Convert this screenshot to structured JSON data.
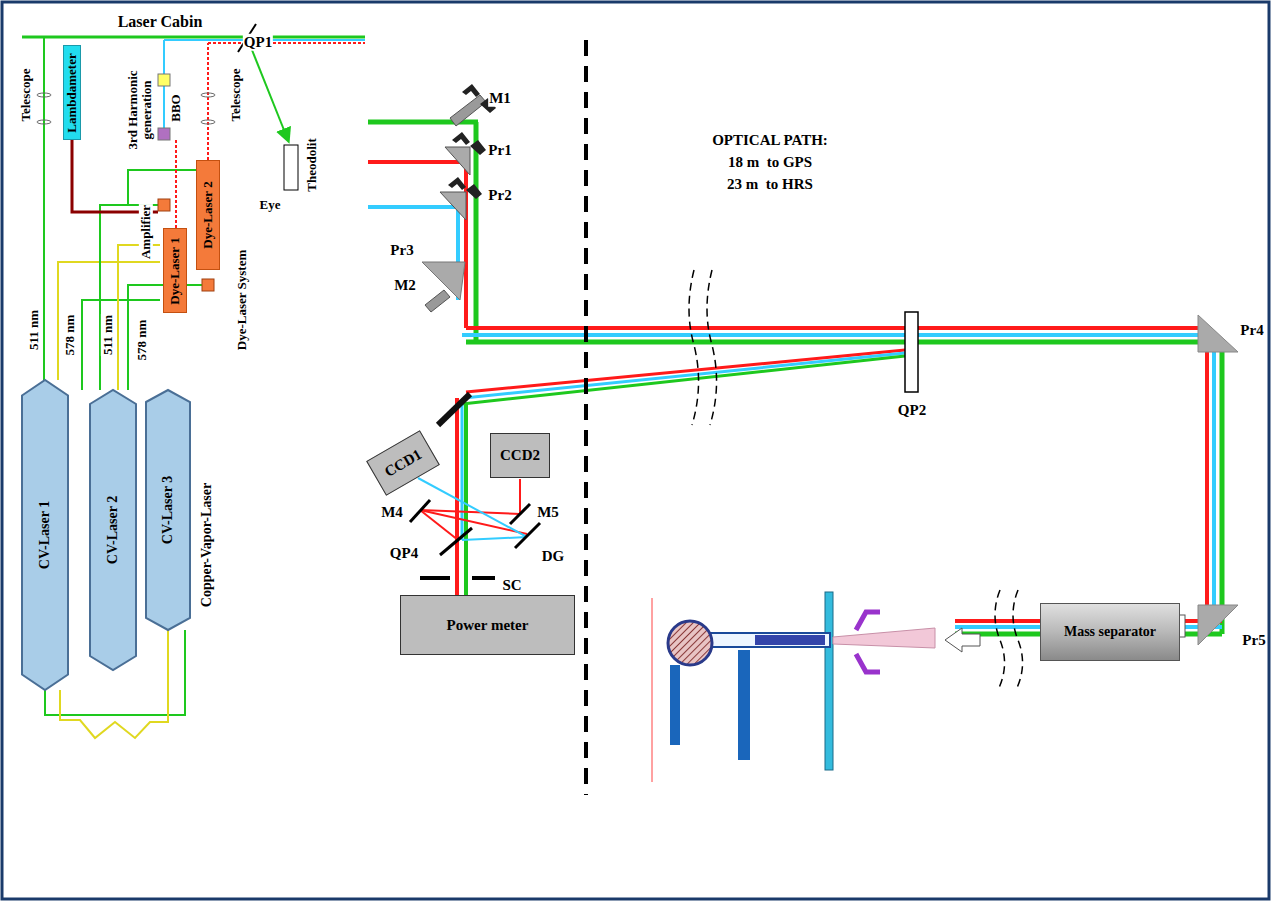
{
  "diagram": {
    "nodes": [
      {
        "text": [
          "Lambdameter"
        ]
      },
      {
        "text": [
          "Dye-Laser 1"
        ]
      },
      {
        "text": [
          "Dye-Laser 2"
        ]
      },
      {
        "text": [
          "CV-Laser 1"
        ]
      },
      {
        "text": [
          "CV-Laser 2"
        ]
      },
      {
        "text": [
          "CV-Laser 3"
        ]
      },
      {
        "text": [
          "CCD1"
        ]
      },
      {
        "text": [
          "CCD2"
        ]
      },
      {
        "text": [
          "Power meter"
        ]
      },
      {
        "text": [
          "Mass separator"
        ]
      }
    ],
    "labels": [
      "Laser Cabin",
      "QP1",
      "Telescope",
      "3rd Harmonic generation",
      "BBO",
      "Amplifier",
      "Telescope",
      "Theodolit",
      "Eye",
      "Dye-Laser System",
      "511 nm",
      "578 nm",
      "511 nm",
      "578 nm",
      "Copper-Vapor-Laser",
      "M1",
      "Pr1",
      "Pr2",
      "Pr3",
      "M2",
      "OPTICAL PATH:",
      "18 m  to GPS",
      "23 m  to HRS",
      "Pr4",
      "QP2",
      "Pr5",
      "M4",
      "M5",
      "QP4",
      "DG",
      "SC"
    ]
  }
}
